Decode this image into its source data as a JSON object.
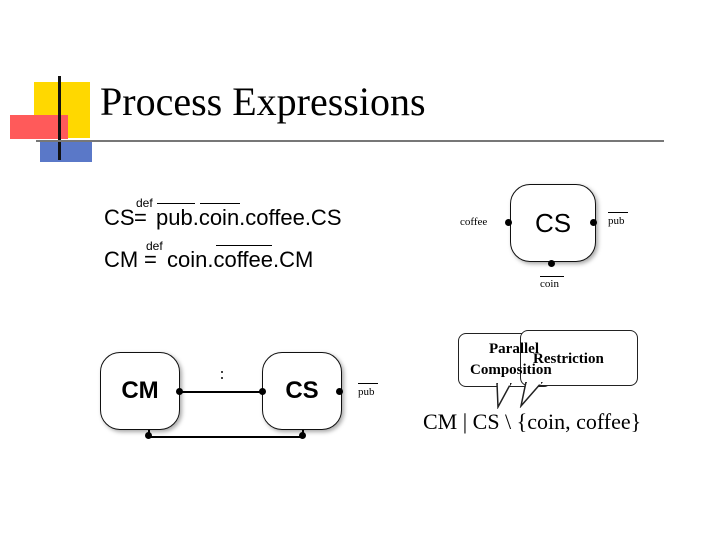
{
  "slide": {
    "title": "Process Expressions"
  },
  "equations": [
    {
      "lhs": "CS",
      "def": "def",
      "rhs": "pub.coin.coffee.CS"
    },
    {
      "lhs": "CM",
      "def": "def",
      "rhs": "coin.coffee.CM"
    }
  ],
  "diagram_cs": {
    "node_label": "CS",
    "left_port": "coffee",
    "right_port": "pub",
    "bottom_port": "coin"
  },
  "diagram_system": {
    "cm_label": "CM",
    "cs_label": "CS",
    "right_port": "pub"
  },
  "callouts": {
    "parallel_line1": "Parallel",
    "parallel_line2": "Composition",
    "restriction": "Restriction"
  },
  "formula": "CM | CS \\ {coin, coffee}"
}
